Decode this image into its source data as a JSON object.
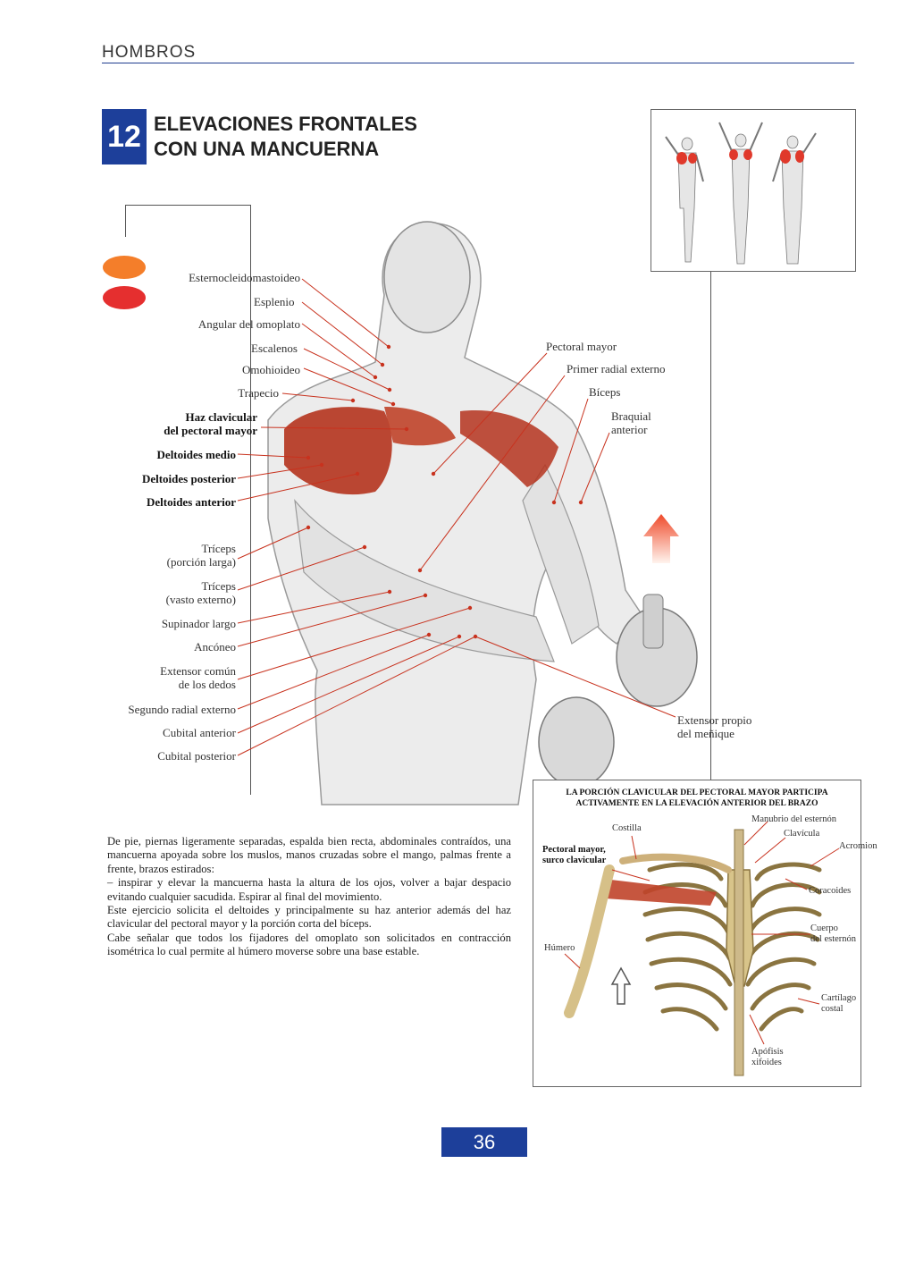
{
  "header": {
    "section": "HOMBROS"
  },
  "exercise": {
    "number": "12",
    "title_line1": "ELEVACIONES FRONTALES",
    "title_line2": "CON UNA MANCUERNA"
  },
  "colors": {
    "accent_blue": "#1d3f9a",
    "legend_orange": "#f47e2a",
    "legend_red": "#e52f2f",
    "muscle_red": "#b5341e"
  },
  "labels_left": {
    "esternocleidomastoideo": "Esternocleidomastoideo",
    "esplenio": "Esplenio",
    "angular": "Angular del omoplato",
    "escalenos": "Escalenos",
    "omohioideo": "Omohioideo",
    "trapecio": "Trapecio",
    "haz_clavicular_1": "Haz clavicular",
    "haz_clavicular_2": "del pectoral mayor",
    "deltoides_medio": "Deltoides medio",
    "deltoides_posterior": "Deltoides posterior",
    "deltoides_anterior": "Deltoides anterior",
    "triceps_larga_1": "Tríceps",
    "triceps_larga_2": "(porción larga)",
    "triceps_vasto_1": "Tríceps",
    "triceps_vasto_2": "(vasto externo)",
    "supinador": "Supinador largo",
    "anconeo": "Ancóneo",
    "extensor_comun_1": "Extensor común",
    "extensor_comun_2": "de los dedos",
    "segundo_radial": "Segundo radial externo",
    "cubital_anterior": "Cubital anterior",
    "cubital_posterior": "Cubital posterior"
  },
  "labels_right": {
    "pectoral_mayor": "Pectoral mayor",
    "primer_radial": "Primer radial externo",
    "biceps": "Bíceps",
    "braquial_1": "Braquial",
    "braquial_2": "anterior",
    "extensor_propio_1": "Extensor propio",
    "extensor_propio_2": "del meñique"
  },
  "description": {
    "p1": "De pie, piernas ligeramente separadas, espalda bien recta, abdominales contraídos, una mancuerna apoyada sobre los muslos, manos cruzadas sobre el mango, palmas frente a frente, brazos estirados:",
    "p2": "– inspirar y elevar la mancuerna hasta la altura de los ojos, volver a bajar despacio evitando cualquier sacudida. Espirar al final del movimiento.",
    "p3": "Este ejercicio solicita el deltoides y principalmente su haz anterior además del haz clavicular del pectoral mayor y la porción corta del bíceps.",
    "p4": "Cabe señalar que todos los fijadores del omoplato son solicitados en contracción isométrica lo cual permite al húmero moverse sobre una base estable."
  },
  "inset": {
    "title_1": "LA PORCIÓN CLAVICULAR DEL PECTORAL MAYOR PARTICIPA",
    "title_2": "ACTIVAMENTE EN LA ELEVACIÓN ANTERIOR DEL BRAZO",
    "manubrio": "Manubrio del esternón",
    "costilla": "Costilla",
    "clavicula": "Clavícula",
    "acromion": "Acromion",
    "pectoral_1": "Pectoral mayor,",
    "pectoral_2": "surco clavicular",
    "coracoides": "Coracoides",
    "cuerpo_1": "Cuerpo",
    "cuerpo_2": "del esternón",
    "humero": "Húmero",
    "cartilago_1": "Cartílago",
    "cartilago_2": "costal",
    "apofisis_1": "Apófisis",
    "apofisis_2": "xifoides"
  },
  "footer": {
    "page_number": "36"
  }
}
